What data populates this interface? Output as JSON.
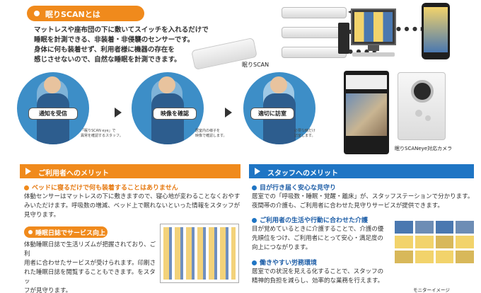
{
  "header": {
    "title": "眠りSCANとは"
  },
  "intro": {
    "lines": [
      "マットレスや座布団の下に敷いてスイッチを入れるだけで",
      "睡眠を計測できる、非装着・非侵襲のセンサーです。",
      "身体に何も装着せず、利用者様に機器の存在を",
      "感じさせないので、自然な睡眠を計測できます。"
    ]
  },
  "product_label": "眠りSCAN",
  "camera_label": "眠りSCANeye対応カメラ",
  "steps": [
    {
      "label": "通知を受信",
      "caption_lines": [
        "「眠りSCAN eye」で",
        "異常を確認するスタッフ。"
      ]
    },
    {
      "label": "映像を確認",
      "caption_lines": [
        "居室内の様子を",
        "映像で確認します。"
      ]
    },
    {
      "label": "適切に訪室",
      "caption_lines": [
        "必要な時だけ",
        "訪室します。"
      ]
    }
  ],
  "left": {
    "header": "ご利用者へのメリット",
    "s1_title": "ベッドに寝るだけで何も装着することはありません",
    "s1_lines": [
      "体動センサーはマットレスの下に敷きますので、寝心地が変わることなくおやす",
      "みいただけます。呼吸数の増減、ベッド上で眠れないといった情報をスタッフが",
      "見守ります。"
    ],
    "s2_title": "睡眠日誌でサービス向上",
    "s2_lines": [
      "体動睡眠日誌で生活リズムが把握されており、ご利",
      "用者に合わせたサービスが受けられます。印刷さ",
      "れた睡眠日誌を閲覧することもできます。をスタッ",
      "フが見守ります。"
    ]
  },
  "right": {
    "header": "スタッフへのメリット",
    "s1_title": "目が行き届く安心な見守り",
    "s1_lines": [
      "居室での「呼吸数・睡眠・覚醒・離床」が、スタッフステーションで分かります。",
      "夜間帯の介護も、ご利用者に合わせた見守りサービスが提供できます。"
    ],
    "s2_title": "ご利用者の生活や行動に合わせた介護",
    "s2_lines": [
      "目が覚めているときに介護することで、介護の優",
      "先順位をつけ、ご利用者にとって安心・満足度の",
      "向上につながります。"
    ],
    "s3_title": "働きやすい労務環境",
    "s3_lines": [
      "居室での状況を見える化することで、スタッフの",
      "精神的負担を減らし、効率的な業務を行えます。"
    ],
    "monitor_label": "モニターイメージ"
  },
  "colors": {
    "orange": "#f08a1c",
    "blue": "#1f75c4",
    "circle_blue": "#3d8ec7"
  }
}
